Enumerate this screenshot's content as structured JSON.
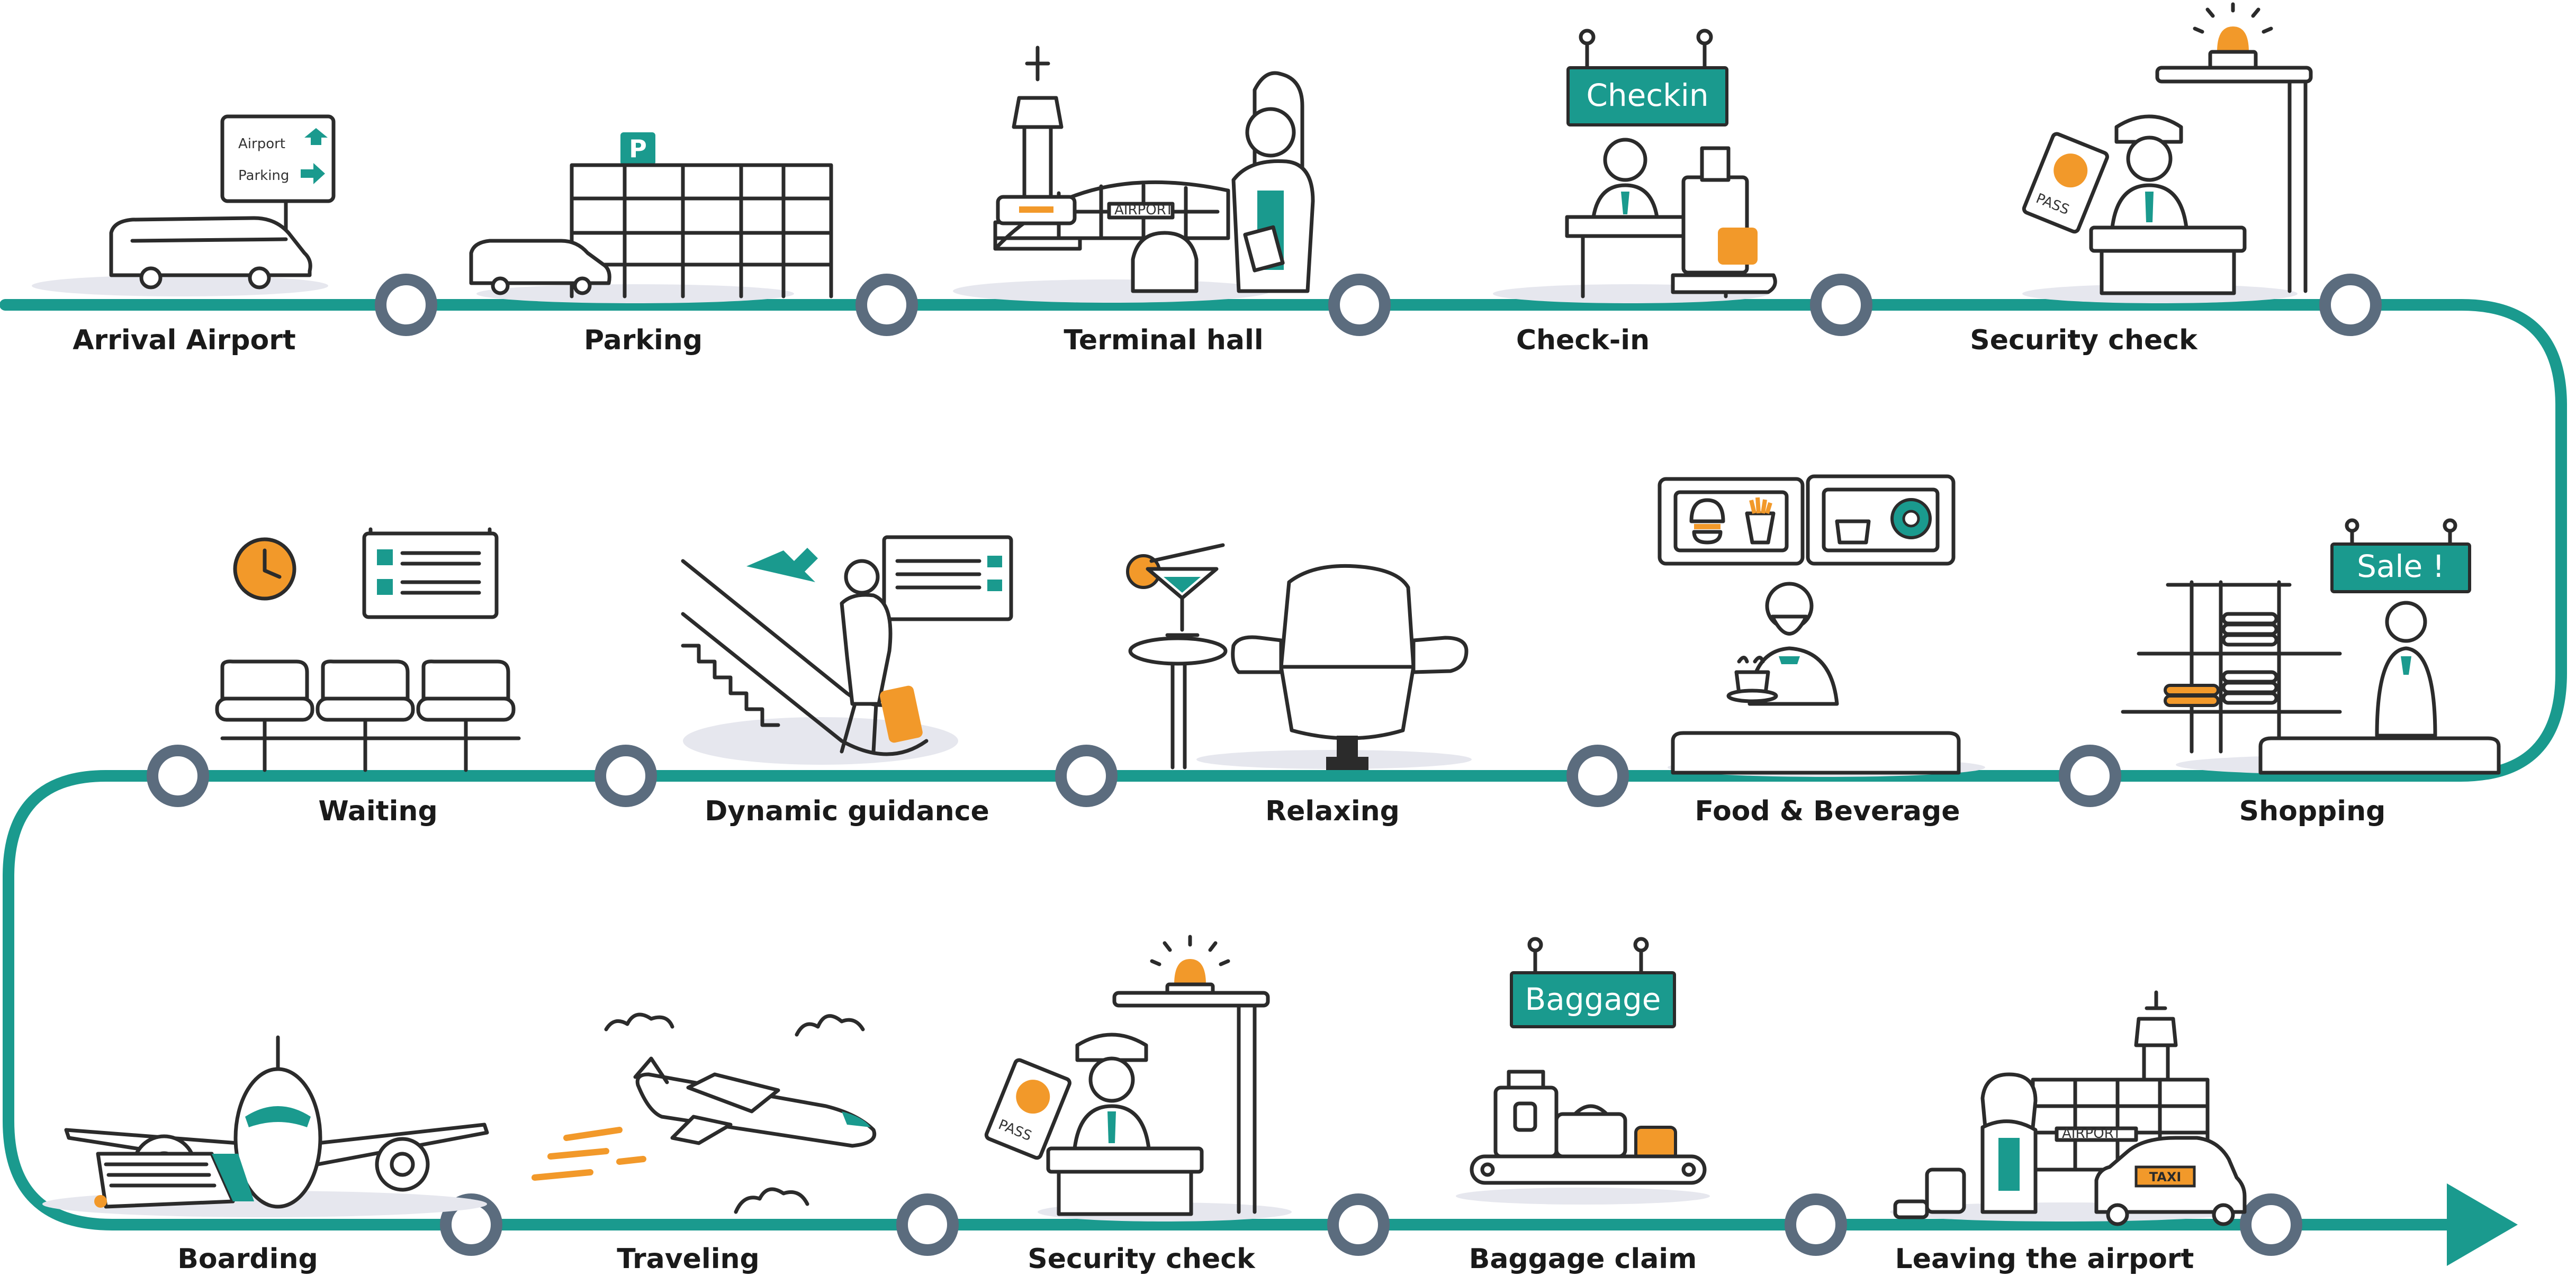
{
  "colors": {
    "track": "#1a9a8e",
    "node_ring": "#5b6c7e",
    "accent_teal": "#1a9a8e",
    "accent_orange": "#f2992a"
  },
  "steps": [
    {
      "label": "Arrival Airport",
      "icon": "limousine-and-signpost"
    },
    {
      "label": "Parking",
      "icon": "parking-garage"
    },
    {
      "label": "Terminal hall",
      "icon": "terminal-building-traveler"
    },
    {
      "label": "Check-in",
      "icon": "check-in-desk"
    },
    {
      "label": "Security check",
      "icon": "security-gate-officer"
    },
    {
      "label": "Waiting",
      "icon": "waiting-seats-clock"
    },
    {
      "label": "Dynamic guidance",
      "icon": "escalator-guidance"
    },
    {
      "label": "Relaxing",
      "icon": "lounge-chair-cocktail"
    },
    {
      "label": "Food & Beverage",
      "icon": "food-counter-waiter"
    },
    {
      "label": "Shopping",
      "icon": "shop-shelves-sale"
    },
    {
      "label": "Boarding",
      "icon": "airplane-boarding"
    },
    {
      "label": "Traveling",
      "icon": "airplane-in-clouds"
    },
    {
      "label": "Security check",
      "icon": "security-gate-officer"
    },
    {
      "label": "Baggage claim",
      "icon": "baggage-conveyor"
    },
    {
      "label": "Leaving the airport",
      "icon": "taxi-and-terminal"
    }
  ],
  "signs": {
    "airport": "Airport",
    "parking": "Parking",
    "parking_p": "P",
    "checkin": "Checkin",
    "sale": "Sale !",
    "baggage": "Baggage",
    "terminal_airport": "AIRPORT",
    "exit_airport": "AIRPORT",
    "taxi": "TAXI",
    "passport_1": "PASS",
    "passport_2": "PASS"
  }
}
